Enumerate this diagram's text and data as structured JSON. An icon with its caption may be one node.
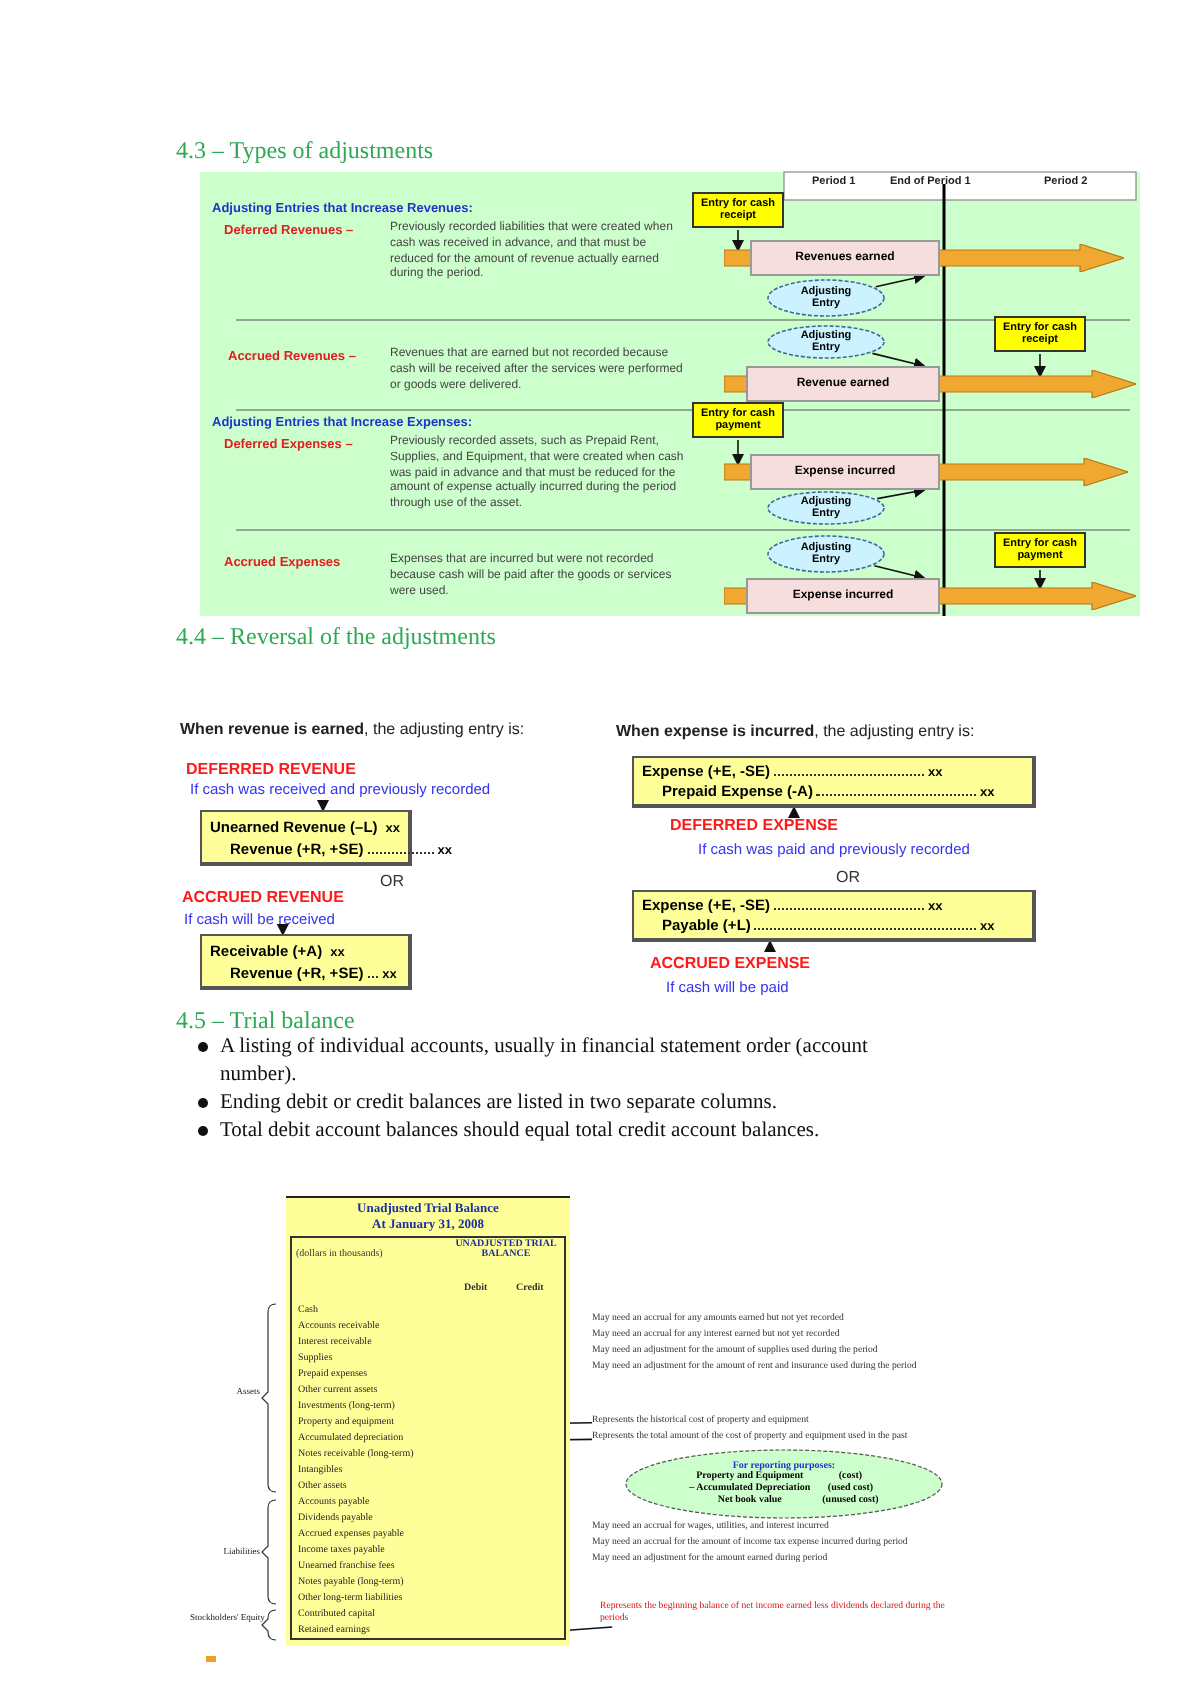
{
  "diagram": {
    "nodes": [
      {
        "text": [
          "Entry for cash receipt"
        ]
      },
      {
        "text": [
          "Revenues earned"
        ]
      },
      {
        "text": [
          "Adjusting Entry"
        ]
      },
      {
        "text": [
          "Adjusting Entry"
        ]
      },
      {
        "text": [
          "Entry for cash receipt"
        ]
      },
      {
        "text": [
          "Revenue earned"
        ]
      },
      {
        "text": [
          "Entry for cash payment"
        ]
      },
      {
        "text": [
          "Expense incurred"
        ]
      },
      {
        "text": [
          "Adjusting Entry"
        ]
      },
      {
        "text": [
          "Adjusting Entry"
        ]
      },
      {
        "text": [
          "Entry for cash payment"
        ]
      },
      {
        "text": [
          "Expense incurred"
        ]
      },
      {
        "text": [
          "Unearned Revenue (–L)",
          "xx",
          "Revenue (+R, +SE)",
          "xx"
        ]
      },
      {
        "text": [
          "If cash was received and previously recorded"
        ]
      },
      {
        "text": [
          "If cash will be received"
        ]
      },
      {
        "text": [
          "Receivable (+A)",
          "xx",
          "Revenue (+R, +SE)",
          "xx"
        ]
      },
      {
        "text": [
          "Expense (+E, -SE)",
          "xx",
          "Prepaid Expense (-A)",
          "xx"
        ]
      },
      {
        "text": [
          "DEFERRED EXPENSE"
        ]
      },
      {
        "text": [
          "Expense (+E, -SE)",
          "xx",
          "Payable (+L)",
          "xx"
        ]
      },
      {
        "text": [
          "ACCRUED EXPENSE"
        ]
      },
      {
        "text": [
          "Represents the historical cost of property and equipment"
        ]
      },
      {
        "text": [
          "Represents the total amount of the cost of property and equipment used in the past"
        ]
      },
      {
        "text": [
          "For reporting purposes:",
          "Property and Equipment",
          "(cost)",
          "– Accumulated Depreciation",
          "(used cost)",
          "Net book value",
          "(unused cost)"
        ]
      },
      {
        "text": [
          "Represents the beginning balance of net income earned less dividends declared during the periods"
        ]
      },
      {
        "text": [],
        "shape": "arrow"
      },
      {
        "text": [],
        "shape": "arrow"
      },
      {
        "text": [],
        "shape": "arrow"
      },
      {
        "text": [],
        "shape": "arrow"
      }
    ],
    "edges": [
      {
        "from": 0,
        "to": 24,
        "arrow": "to"
      },
      {
        "from": 2,
        "to": 1,
        "arrow": "to"
      },
      {
        "from": 3,
        "to": 5,
        "arrow": "to"
      },
      {
        "from": 4,
        "to": 25,
        "arrow": "to"
      },
      {
        "from": 6,
        "to": 26,
        "arrow": "to"
      },
      {
        "from": 8,
        "to": 7,
        "arrow": "to"
      },
      {
        "from": 9,
        "to": 11,
        "arrow": "to"
      },
      {
        "from": 10,
        "to": 27,
        "arrow": "to"
      },
      {
        "from": 13,
        "to": 12,
        "arrow": "to"
      },
      {
        "from": 14,
        "to": 15,
        "arrow": "to"
      },
      {
        "from": 17,
        "to": 16,
        "arrow": "to"
      },
      {
        "from": 19,
        "to": 18,
        "arrow": "to"
      },
      {
        "from": 20,
        "to": null,
        "arrow": "to"
      },
      {
        "from": 21,
        "to": null,
        "arrow": "to"
      },
      {
        "from": 23,
        "to": null,
        "arrow": "to"
      }
    ],
    "labels": [
      "4.3 – Types of adjustments",
      "Period 1",
      "End of Period 1",
      "Period 2",
      "Adjusting Entries that Increase Revenues:",
      "Deferred Revenues –",
      "Previously recorded liabilities that were created when cash was received in advance, and that must be reduced for the amount of revenue actually earned during the period.",
      "Accrued Revenues –",
      "Revenues that are earned but not recorded because cash will be received after the services were performed or goods were delivered.",
      "Adjusting Entries that Increase Expenses:",
      "Deferred Expenses –",
      "Previously recorded assets, such as Prepaid Rent, Supplies, and Equipment, that were created when cash was paid in advance and that must be reduced for the amount of expense actually incurred during the period through use of the asset.",
      "Accrued Expenses",
      "Expenses that are incurred but were not recorded because cash will be paid after the goods or services were used.",
      "4.4 – Reversal of the adjustments",
      "**When revenue is earned**, the adjusting entry is:",
      "DEFERRED REVENUE",
      "OR",
      "ACCRUED REVENUE",
      "**When expense is incurred**, the adjusting entry is:",
      "If cash was paid and previously recorded",
      "OR",
      "If cash will be paid",
      "4.5 – Trial balance",
      "A listing of individual accounts, usually in financial statement order (account number).",
      "Ending debit or credit balances are listed in two separate columns.",
      "Total debit account balances should equal total credit account balances.",
      "Unadjusted Trial Balance",
      "At January 31, 2008",
      "(dollars in thousands)",
      "UNADJUSTED TRIAL BALANCE",
      "Debit",
      "Credit",
      "Cash",
      "Accounts receivable",
      "Interest receivable",
      "Supplies",
      "Prepaid expenses",
      "Other current assets",
      "Investments (long-term)",
      "Property and equipment",
      "Accumulated depreciation",
      "Notes receivable (long-term)",
      "Intangibles",
      "Other assets",
      "Accounts payable",
      "Dividends payable",
      "Accrued expenses payable",
      "Income taxes payable",
      "Unearned franchise fees",
      "Notes payable (long-term)",
      "Other long-term liabilities",
      "Contributed capital",
      "Retained earnings",
      "Assets",
      "Liabilities",
      "Stockholders' Equity",
      "May need an accrual for any amounts earned but not yet recorded",
      "May need an accrual for any interest earned but not yet recorded",
      "May need an adjustment for the amount of supplies used during the period",
      "May need an adjustment for the amount of rent and insurance used during the period",
      "May need an accrual for wages, utilities, and interest incurred",
      "May need an accrual for the amount of income tax expense incurred during period",
      "May need an adjustment for the amount earned during period"
    ]
  }
}
